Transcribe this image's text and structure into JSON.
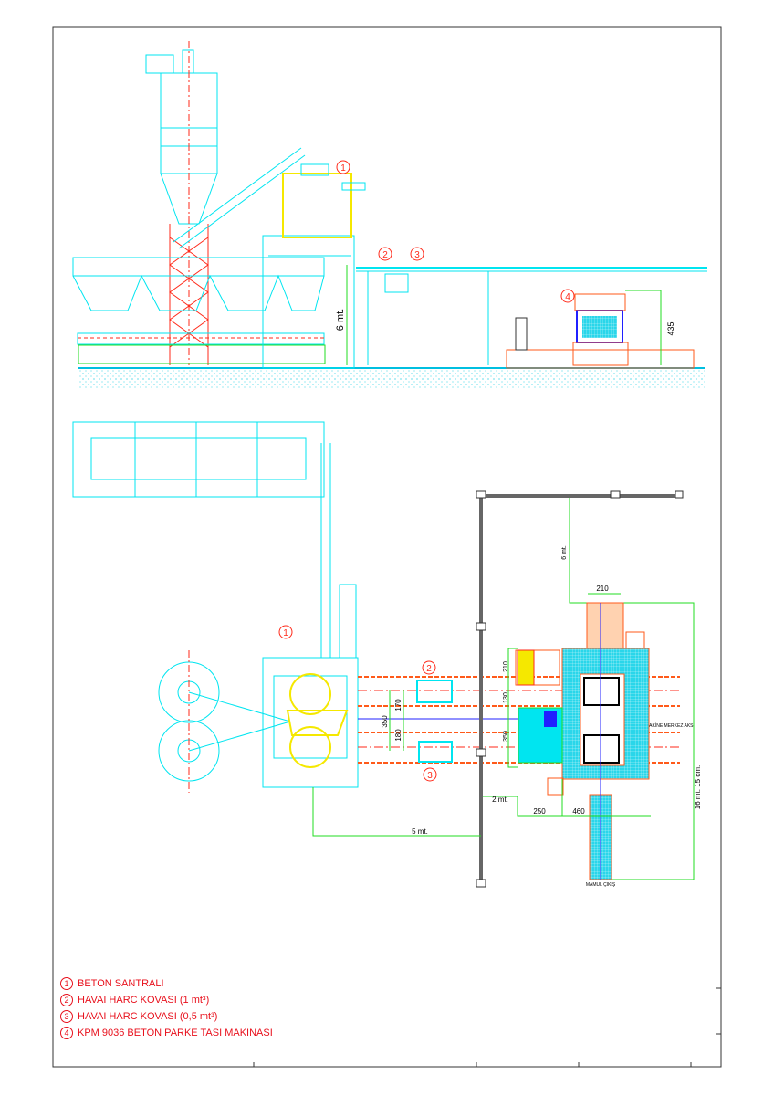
{
  "elevation": {
    "markers": [
      "1",
      "2",
      "3",
      "4"
    ],
    "dim_height_mixer": "6 mt.",
    "dim_height_machine": "435"
  },
  "plan": {
    "markers": [
      "1",
      "2",
      "3"
    ],
    "dims": {
      "wall_to_machine_top": "6 mt.",
      "machine_width": "210",
      "panel_210": "210",
      "panel_130": "130",
      "panel_350": "350",
      "rail_350": "350",
      "rail_170": "170",
      "rail_180": "180",
      "wall_gap": "2 mt.",
      "dist_250": "250",
      "dist_460": "460",
      "mixer_to_wall": "5 mt.",
      "total_length": "16 mt. 15 cm."
    },
    "axis_label": "MAKİNE MERKEZ AKSI",
    "output_label": "MAMUL ÇIKIŞ"
  },
  "legend": [
    {
      "num": "1",
      "text": "BETON SANTRALI"
    },
    {
      "num": "2",
      "text": "HAVAI HARC KOVASI (1 mt³)"
    },
    {
      "num": "3",
      "text": "HAVAI HARC KOVASI (0,5 mt³)"
    },
    {
      "num": "4",
      "text": "KPM 9036 BETON PARKE TASI MAKINASI"
    }
  ],
  "colors": {
    "cyan": "#00e5f0",
    "red": "#ff2a1a",
    "orange": "#ff5a1a",
    "green": "#22dd22",
    "yellow": "#f5e800",
    "blue": "#2020ff"
  }
}
